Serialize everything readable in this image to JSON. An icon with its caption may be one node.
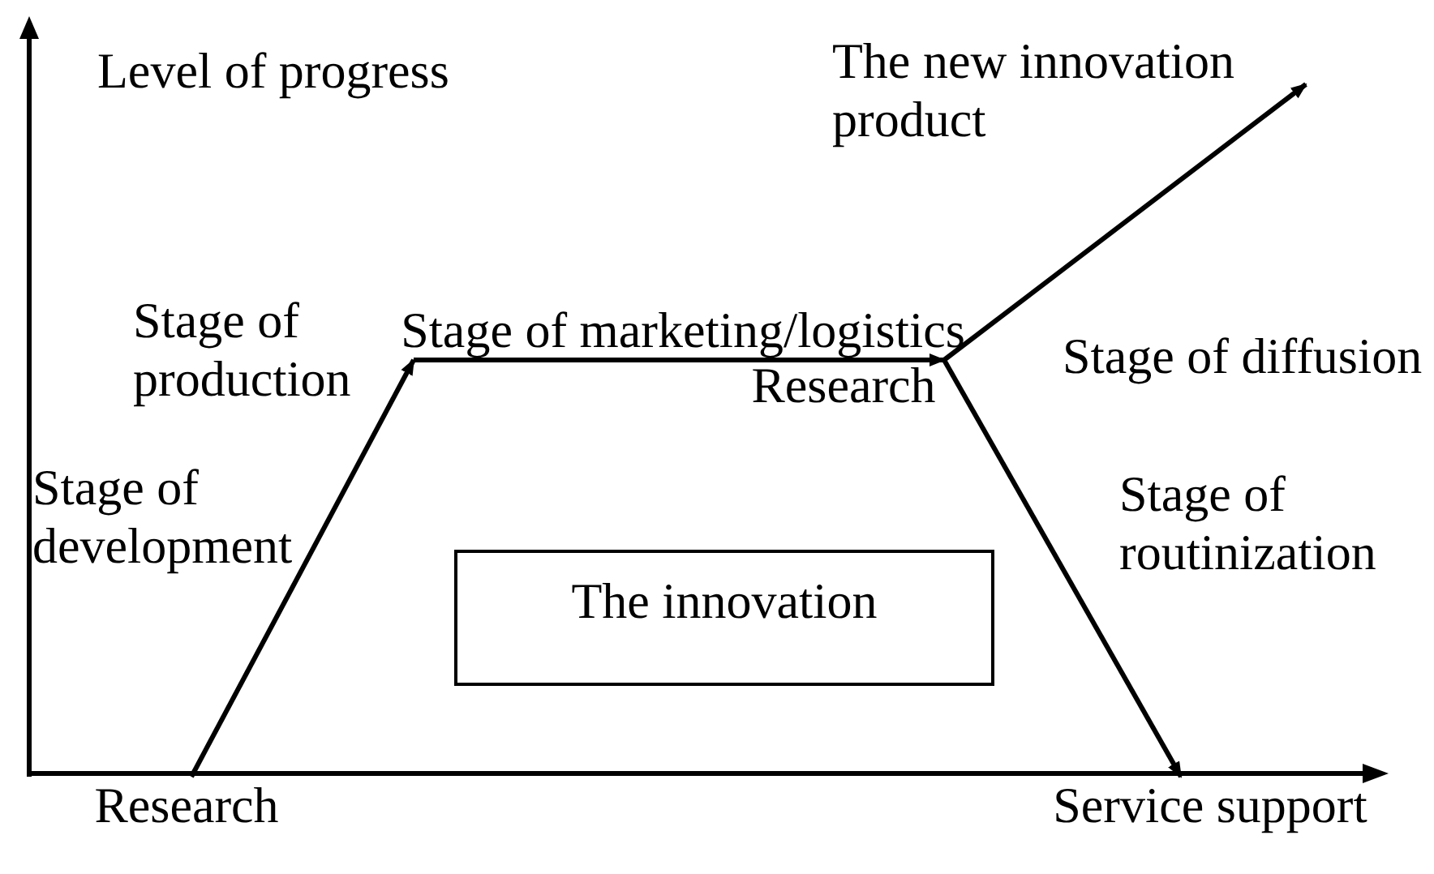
{
  "diagram": {
    "nodes": [
      {
        "text": [
          "Research"
        ]
      },
      {
        "text": [
          "Research"
        ]
      },
      {
        "text": [
          "Service support"
        ]
      },
      {
        "text": [
          "The innovation"
        ]
      },
      {
        "text": [
          "Stage of marketing/logistics"
        ]
      }
    ],
    "edges": [
      {
        "from": 0,
        "to": 4,
        "arrow": "to"
      },
      {
        "from": 4,
        "to": 1,
        "arrow": "to"
      },
      {
        "from": 1,
        "to": null,
        "arrow": "to"
      },
      {
        "from": 1,
        "to": 2,
        "arrow": "to"
      }
    ],
    "labels": [
      "Level of progress",
      "The new innovation product",
      "Stage of production",
      "Stage of diffusion",
      "Stage of development",
      "Stage of routinization"
    ]
  }
}
